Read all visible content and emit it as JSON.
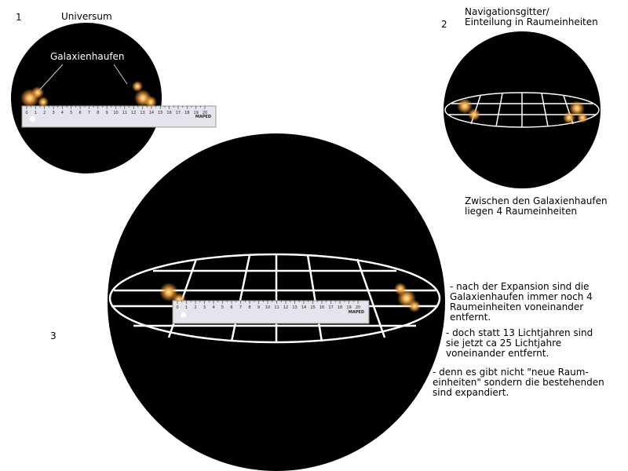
{
  "panel1": {
    "number": "1",
    "title": "Universum",
    "label": "Galaxienhaufen"
  },
  "panel2": {
    "number": "2",
    "title_line1": "Navigationsgitter/",
    "title_line2": "Einteilung in Raumeinheiten",
    "caption_line1": "Zwischen den Galaxienhaufen",
    "caption_line2": "liegen 4 Raumeinheiten"
  },
  "panel3": {
    "number": "3",
    "notes": [
      "- nach der Expansion sind die\nGalaxienhaufen immer noch 4\nRaumeinheiten voneinander\nentfernt.",
      "- doch statt 13 Lichtjahren sind\nsie jetzt ca 25 Lichtjahre\nvoneinander entfernt.",
      "- denn es gibt nicht \"neue Raum-\neinheiten\" sondern die bestehenden\nsind expandiert."
    ]
  },
  "ruler": {
    "brand": "MAPED",
    "ticks": [
      "0",
      "1",
      "2",
      "3",
      "4",
      "5",
      "6",
      "7",
      "8",
      "9",
      "10",
      "11",
      "12",
      "13",
      "14",
      "15",
      "16",
      "17",
      "18",
      "19",
      "20"
    ]
  },
  "colors": {
    "space": "#000000",
    "grid": "#ffffff",
    "cluster": "#f0a040",
    "ruler": "#e4e4ec"
  }
}
